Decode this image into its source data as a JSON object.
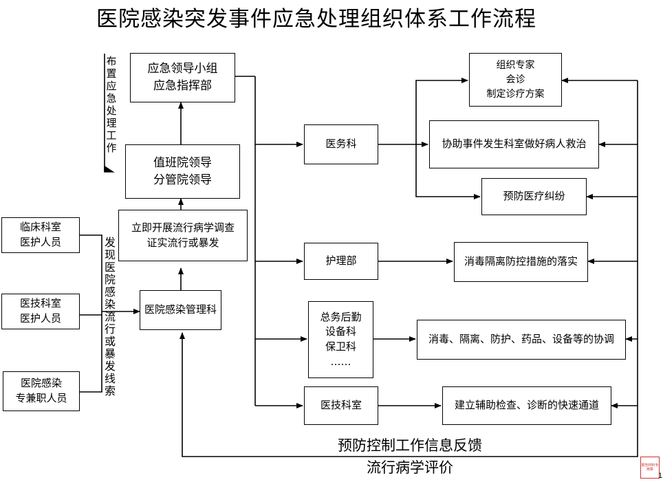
{
  "title": "医院感染突发事件应急处理组织体系工作流程",
  "command": [
    "应急领导小组",
    "应急指挥部"
  ],
  "duty": [
    "值班院领导",
    "分管院领导"
  ],
  "investigate": [
    "立即开展流行病学调查",
    "证实流行或暴发"
  ],
  "infection_dept": [
    "医院感染管理科"
  ],
  "sources": [
    [
      "临床科室",
      "医护人员"
    ],
    [
      "医技科室",
      "医护人员"
    ],
    [
      "医院感染",
      "专兼职人员"
    ]
  ],
  "deploy_label": "布置应急处理工作",
  "discover_label": "发现医院感染流行或暴发线索",
  "departments": {
    "medical": [
      "医务科"
    ],
    "nursing": [
      "护理部"
    ],
    "logistics": [
      "总务后勤",
      "设备科",
      "保卫科",
      "……"
    ],
    "medtech": [
      "医技科室"
    ]
  },
  "actions": {
    "experts": [
      "组织专家",
      "会诊",
      "制定诊疗方案"
    ],
    "assist": [
      "协助事件发生科室做好病人救治"
    ],
    "prevent": [
      "预防医疗纠纷"
    ],
    "disinfect": [
      "消毒隔离防控措施的落实"
    ],
    "coordinate": [
      "消毒、隔离、防护、药品、设备等的协调"
    ],
    "channel": [
      "建立辅助检查、诊断的快速通道"
    ]
  },
  "feedback": "预防控制工作信息反馈",
  "evaluation": "流行病学评价",
  "stamp": "报告材料专用章",
  "page_number": "1"
}
